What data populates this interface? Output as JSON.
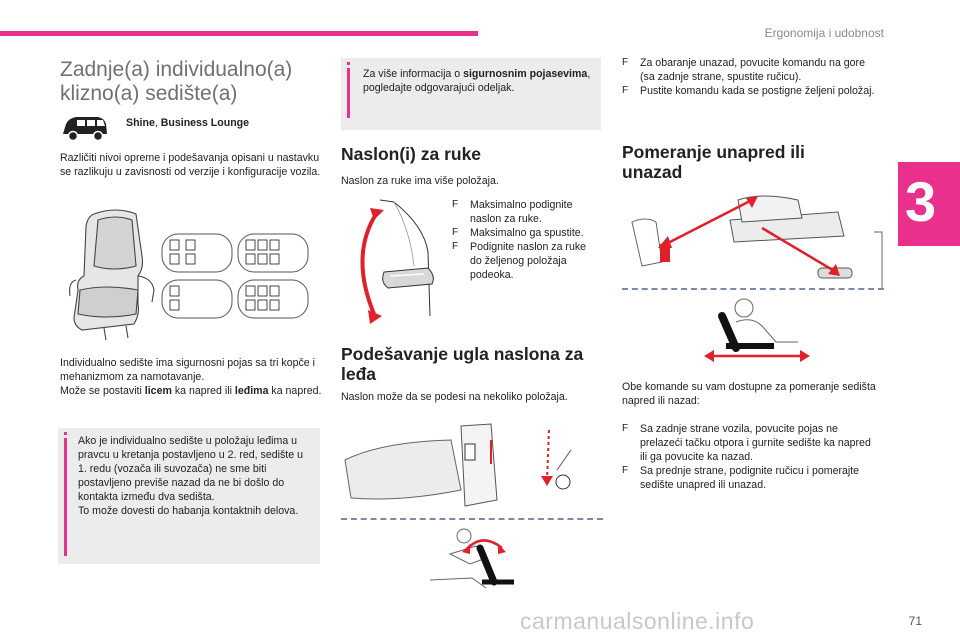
{
  "header": {
    "chapter_title": "Ergonomija i udobnost",
    "chapter_number": "3",
    "page_number": "71"
  },
  "watermark": "carmanualsonline.info",
  "colors": {
    "accent": "#e8308c",
    "arrow_red": "#e0202a"
  },
  "left": {
    "title": "Zadnje(a) individualno(a) klizno(a) sedište(a)",
    "version_label_normal": "Shine",
    "version_label_bold": "Business Lounge",
    "version_separator": ", ",
    "intro": "Različiti nivoi opreme i podešavanja opisani u nastavku se razlikuju u zavisnosti od verzije i konfiguracije vozila.",
    "seat_desc_1": "Individualno sedište ima sigurnosni pojas sa tri kopče i mehanizmom za namotavanje.",
    "seat_desc_2a": "Može se postaviti ",
    "seat_desc_2b": "licem",
    "seat_desc_2c": " ka napred ili ",
    "seat_desc_2d": "leđima",
    "seat_desc_2e": " ka napred.",
    "warning": "Ako je individualno sedište u položaju leđima u pravcu u kretanja postavljeno u 2. red, sedište u 1. redu (vozača ili suvozača) ne sme biti postavljeno previše nazad da ne bi došlo do kontakta između dva sedišta.",
    "warning_2": "To može dovesti do habanja kontaktnih delova."
  },
  "middle": {
    "info_a": "Za više informacija o ",
    "info_b": "sigurnosnim pojasevima",
    "info_c": ", pogledajte odgovarajući odeljak.",
    "armrest_title": "Naslon(i) za ruke",
    "armrest_intro": "Naslon za ruke ima više položaja.",
    "armrest_steps": [
      "Maksimalno podignite naslon za ruke.",
      "Maksimalno ga spustite.",
      "Podignite naslon za ruke do željenog položaja podeoka."
    ],
    "backrest_title": "Podešavanje ugla naslona za leđa",
    "backrest_intro": "Naslon može da se podesi na nekoliko položaja."
  },
  "right": {
    "backrest_steps": [
      "Za obaranje unazad, povucite komandu na gore (sa zadnje strane, spustite ručicu).",
      "Pustite komandu kada se postigne željeni položaj."
    ],
    "slide_title": "Pomeranje unapred ili unazad",
    "slide_intro": "Obe komande su vam dostupne za pomeranje sedišta napred ili nazad:",
    "slide_steps": [
      "Sa zadnje strane vozila, povucite pojas ne prelazeći tačku otpora i gurnite sedište ka napred ili ga povucite ka nazad.",
      "Sa prednje strane, podignite ručicu i pomerajte sedište unapred ili unazad."
    ]
  },
  "bullet_symbol": "F",
  "icons": {
    "van": "van-icon",
    "info": "info-icon",
    "seat": "seat-illustration"
  }
}
